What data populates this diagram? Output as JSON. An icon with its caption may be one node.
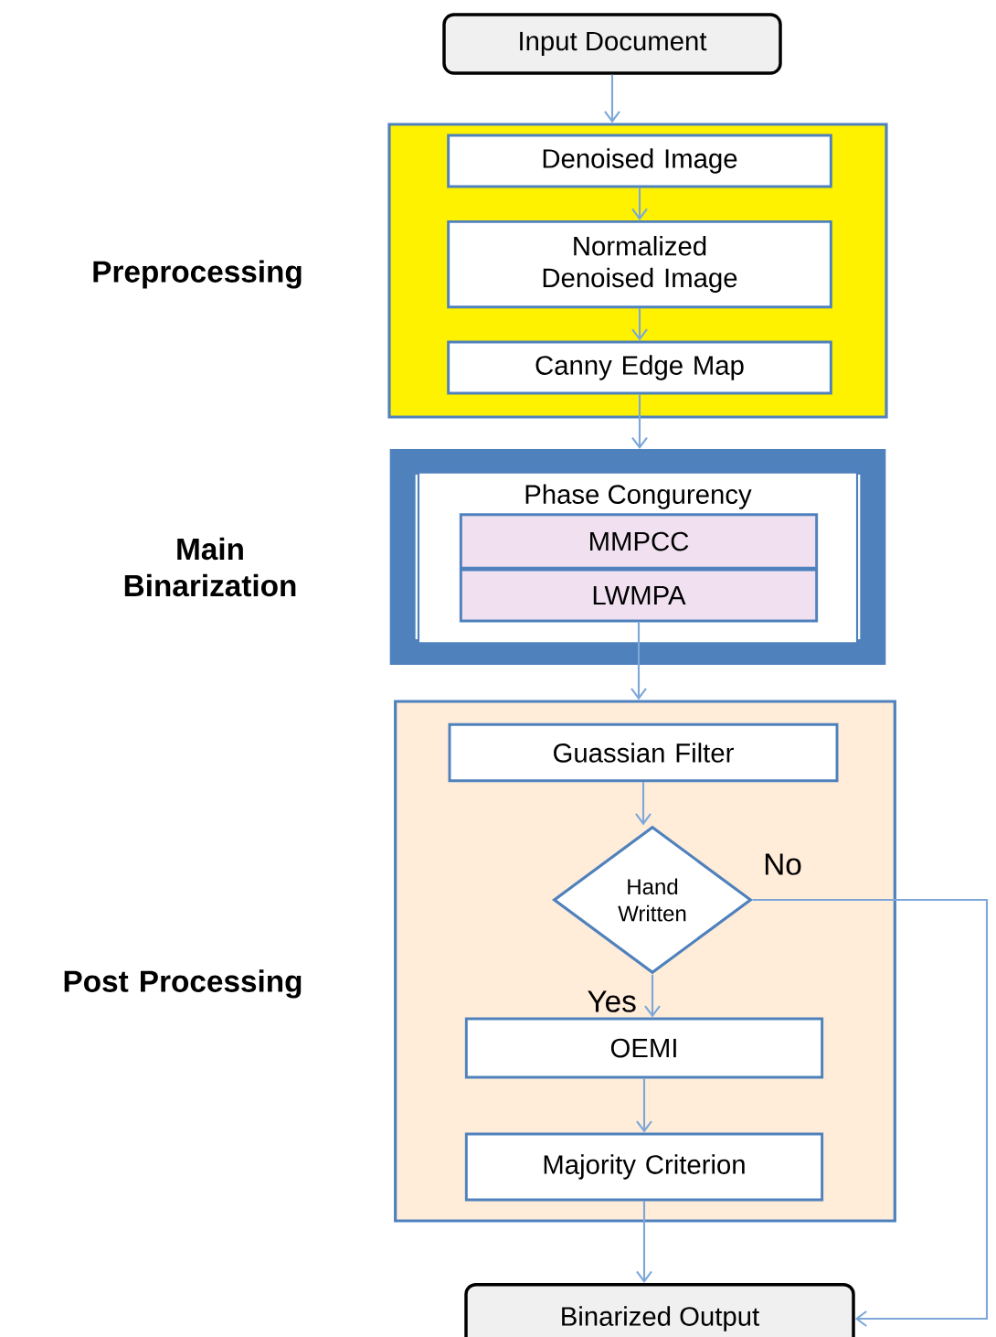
{
  "diagram": {
    "nodes": [
      {
        "text": [
          "Input Document"
        ]
      },
      {
        "text": [
          "Preprocessing"
        ]
      },
      {
        "text": [
          "Denoised Image"
        ],
        "in": 1
      },
      {
        "text": [
          "Normalized Denoised Image"
        ],
        "in": 1
      },
      {
        "text": [
          "Canny Edge Map"
        ],
        "in": 1
      },
      {
        "text": [
          "Main Binarization"
        ]
      },
      {
        "text": [
          "Phase Congurency"
        ],
        "in": 5
      },
      {
        "text": [
          "MMPCC"
        ],
        "in": 6
      },
      {
        "text": [
          "LWMPA"
        ],
        "in": 6
      },
      {
        "text": [
          "Post Processing"
        ]
      },
      {
        "text": [
          "Guassian Filter"
        ],
        "in": 9
      },
      {
        "text": [
          "Hand Written"
        ],
        "in": 9
      },
      {
        "text": [
          "OEMI"
        ],
        "in": 9
      },
      {
        "text": [
          "Majority Criterion"
        ],
        "in": 9
      },
      {
        "text": [
          "Binarized Output"
        ]
      }
    ],
    "edges": [
      {
        "from": 0,
        "to": 1,
        "arrow": "to"
      },
      {
        "from": 2,
        "to": 3,
        "arrow": "to"
      },
      {
        "from": 3,
        "to": 4,
        "arrow": "to"
      },
      {
        "from": 4,
        "to": 5,
        "arrow": "to"
      },
      {
        "from": 8,
        "to": 9,
        "arrow": "to"
      },
      {
        "from": 10,
        "to": 11,
        "arrow": "to"
      },
      {
        "from": 11,
        "to": 12,
        "arrow": "to",
        "label": "Yes"
      },
      {
        "from": 12,
        "to": 13,
        "arrow": "to"
      },
      {
        "from": 13,
        "to": 14,
        "arrow": "to"
      },
      {
        "from": 11,
        "to": 14,
        "arrow": "to",
        "label": "No"
      }
    ]
  }
}
